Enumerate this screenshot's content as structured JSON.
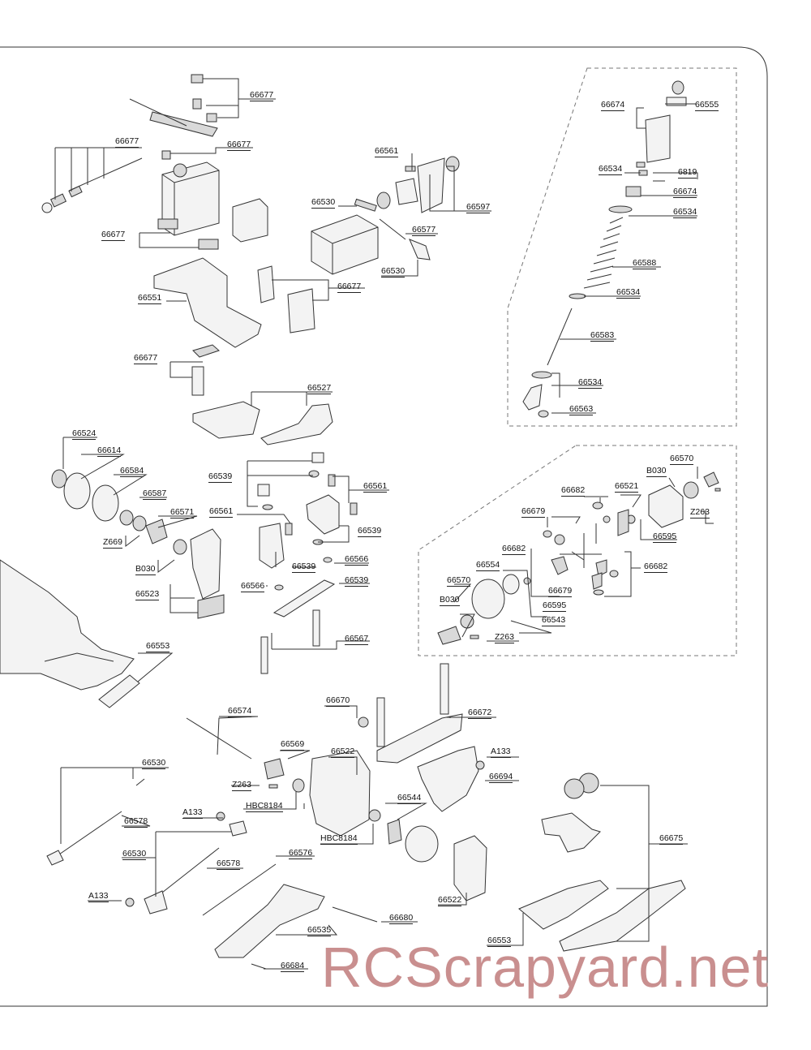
{
  "part_labels": [
    "66677",
    "66677",
    "66677",
    "66677",
    "66677",
    "66677",
    "66551",
    "66561",
    "66530",
    "66597",
    "66577",
    "66530",
    "66674",
    "66555",
    "66534",
    "6819",
    "66674",
    "66534",
    "66588",
    "66534",
    "66583",
    "66534",
    "66563",
    "66527",
    "66524",
    "66614",
    "66584",
    "66587",
    "66571",
    "Z669",
    "B030",
    "66523",
    "66539",
    "66561",
    "66561",
    "66539",
    "66539",
    "66566",
    "66566",
    "66539",
    "66567",
    "66553",
    "66570",
    "B030",
    "66521",
    "66682",
    "66679",
    "Z263",
    "66595",
    "66682",
    "66554",
    "66679",
    "66682",
    "66570",
    "B030",
    "66595",
    "66543",
    "Z263",
    "66670",
    "66672",
    "66574",
    "66569",
    "66522",
    "A133",
    "66694",
    "Z263",
    "HBC8184",
    "66544",
    "HBC8184",
    "66530",
    "66578",
    "A133",
    "66530",
    "66578",
    "66576",
    "66522",
    "A133",
    "66680",
    "66535",
    "66684",
    "66675",
    "66553"
  ],
  "watermark": "RCScrapyard.net"
}
